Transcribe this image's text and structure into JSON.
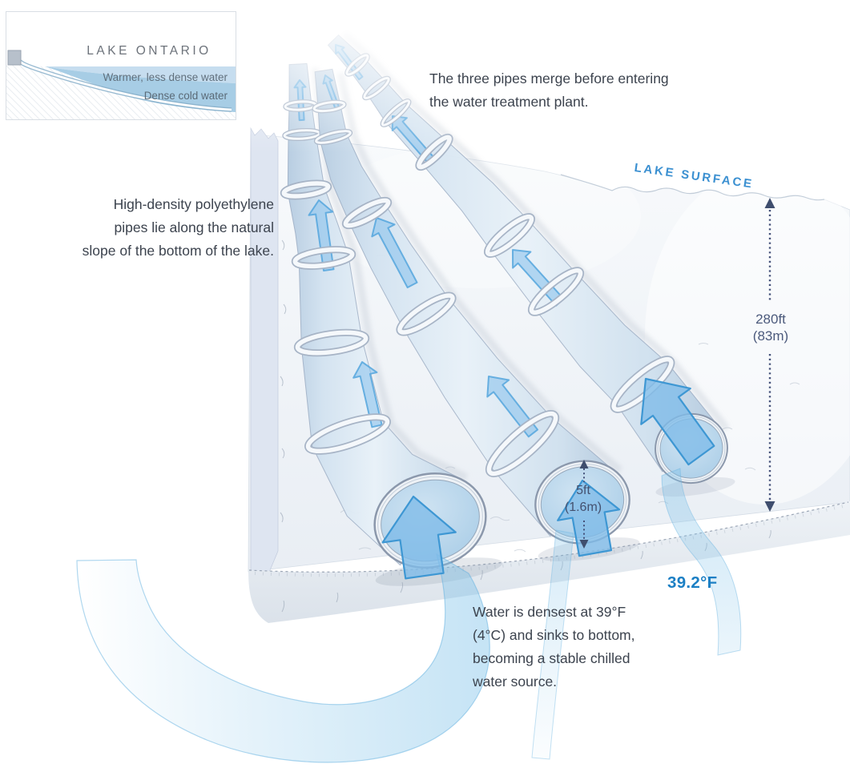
{
  "inset": {
    "title": "LAKE ONTARIO",
    "warm_label": "Warmer, less dense water",
    "cold_label": "Dense cold water"
  },
  "annotations": {
    "merge": "The three pipes merge before entering\nthe water treatment plant.",
    "pipes": "High-density polyethylene\npipes lie along the natural\nslope of the bottom of the lake.",
    "density": "Water is densest at 39°F\n(4°C) and sinks to bottom,\nbecoming a stable chilled\nwater source."
  },
  "labels": {
    "lake_surface": "LAKE SURFACE",
    "depth": "280ft\n(83m)",
    "pipe_diameter": "5ft\n(1.6m)",
    "water_temperature": "39.2°F"
  },
  "colors": {
    "accent_blue": "#1b7fc4",
    "surface_label_blue": "#3b90d1",
    "measure_navy": "#45527a",
    "body_text": "#3c434e",
    "warm_water_band": "#c3dbee",
    "cold_water_band": "#a2cae4",
    "flow_arrow_blue": "#7fbce9",
    "pipe_body_blue": "#cfe0ef"
  }
}
